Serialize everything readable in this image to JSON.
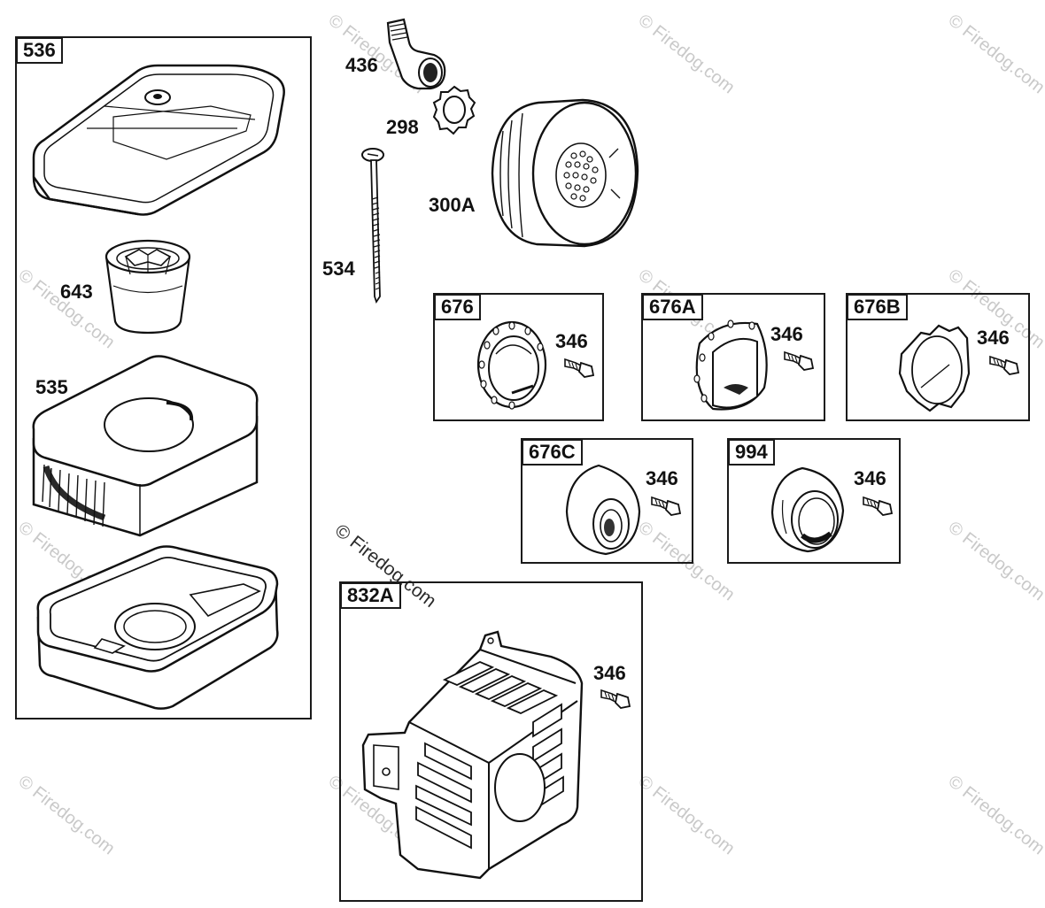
{
  "diagram": {
    "boxes": {
      "air_cleaner": "536",
      "cover_676": "676",
      "cover_676a": "676A",
      "cover_676b": "676B",
      "cover_676c": "676C",
      "cover_994": "994",
      "guard_832a": "832A"
    },
    "parts": {
      "elbow": "436",
      "nut": "298",
      "muffler": "300A",
      "bolt_long": "534",
      "insert": "643",
      "filter": "535",
      "screw_676": "346",
      "screw_676a": "346",
      "screw_676b": "346",
      "screw_676c": "346",
      "screw_994": "346",
      "screw_832a": "346"
    }
  },
  "watermark": {
    "text": "© Firedog.com"
  }
}
